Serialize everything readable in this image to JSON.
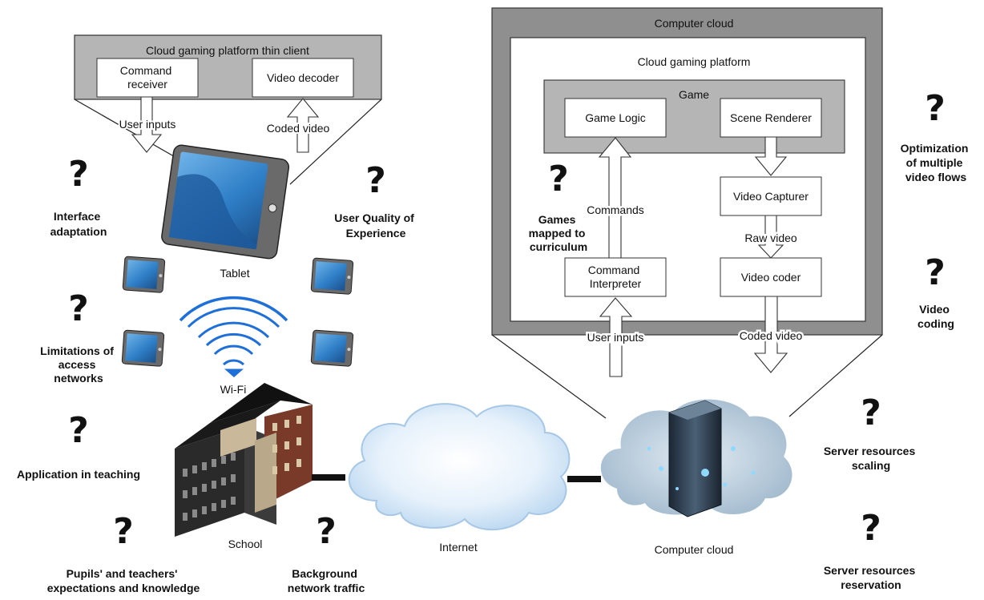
{
  "thin_client": {
    "title": "Cloud gaming platform thin client",
    "command_receiver": [
      "Command",
      "receiver"
    ],
    "video_decoder": "Video decoder",
    "user_inputs": "User inputs",
    "coded_video": "Coded video",
    "tablet": "Tablet"
  },
  "cloud": {
    "title": "Computer cloud",
    "platform": "Cloud gaming platform",
    "game": "Game",
    "game_logic": "Game Logic",
    "scene_renderer": "Scene Renderer",
    "commands": "Commands",
    "video_capturer": "Video Capturer",
    "raw_video": "Raw video",
    "command_interpreter": [
      "Command",
      "Interpreter"
    ],
    "video_coder": "Video coder",
    "user_inputs": "User inputs",
    "coded_video": "Coded video"
  },
  "network": {
    "wifi": "Wi-Fi",
    "school": "School",
    "internet": "Internet",
    "computer_cloud": "Computer cloud"
  },
  "questions": {
    "symbol": "?",
    "interface_adaptation": [
      "Interface",
      "adaptation"
    ],
    "user_qoe": [
      "User Quality of",
      "Experience"
    ],
    "access_networks": [
      "Limitations of",
      "access",
      "networks"
    ],
    "teaching": [
      "Application in teaching"
    ],
    "expectations": [
      "Pupils' and teachers'",
      "expectations and knowledge"
    ],
    "background_traffic": [
      "Background",
      "network traffic"
    ],
    "games_curriculum": [
      "Games",
      "mapped to",
      "curriculum"
    ],
    "video_flows": [
      "Optimization",
      "of multiple",
      "video flows"
    ],
    "video_coding": [
      "Video",
      "coding"
    ],
    "scaling": [
      "Server resources",
      "scaling"
    ],
    "reservation": [
      "Server resources",
      "reservation"
    ]
  }
}
